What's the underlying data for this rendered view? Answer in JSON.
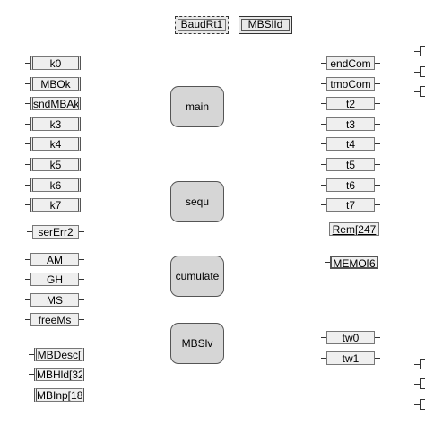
{
  "top": {
    "baud": "BaudRt1",
    "mbs": "MBSlId"
  },
  "left_blocks": [
    "k0",
    "MBOk",
    "sndMBAk",
    "k3",
    "k4",
    "k5",
    "k6",
    "k7",
    "serErr2",
    "AM",
    "GH",
    "MS",
    "freeMs",
    "MBDesc[",
    "MBHld[32",
    "MBInp[18"
  ],
  "center_blocks": [
    "main",
    "sequ",
    "cumulate",
    "MBSlv"
  ],
  "right_blocks": [
    "endCom",
    "tmoCom",
    "t2",
    "t3",
    "t4",
    "t5",
    "t6",
    "t7",
    "Rem[247",
    "MEMO[6",
    "tw0",
    "tw1"
  ]
}
